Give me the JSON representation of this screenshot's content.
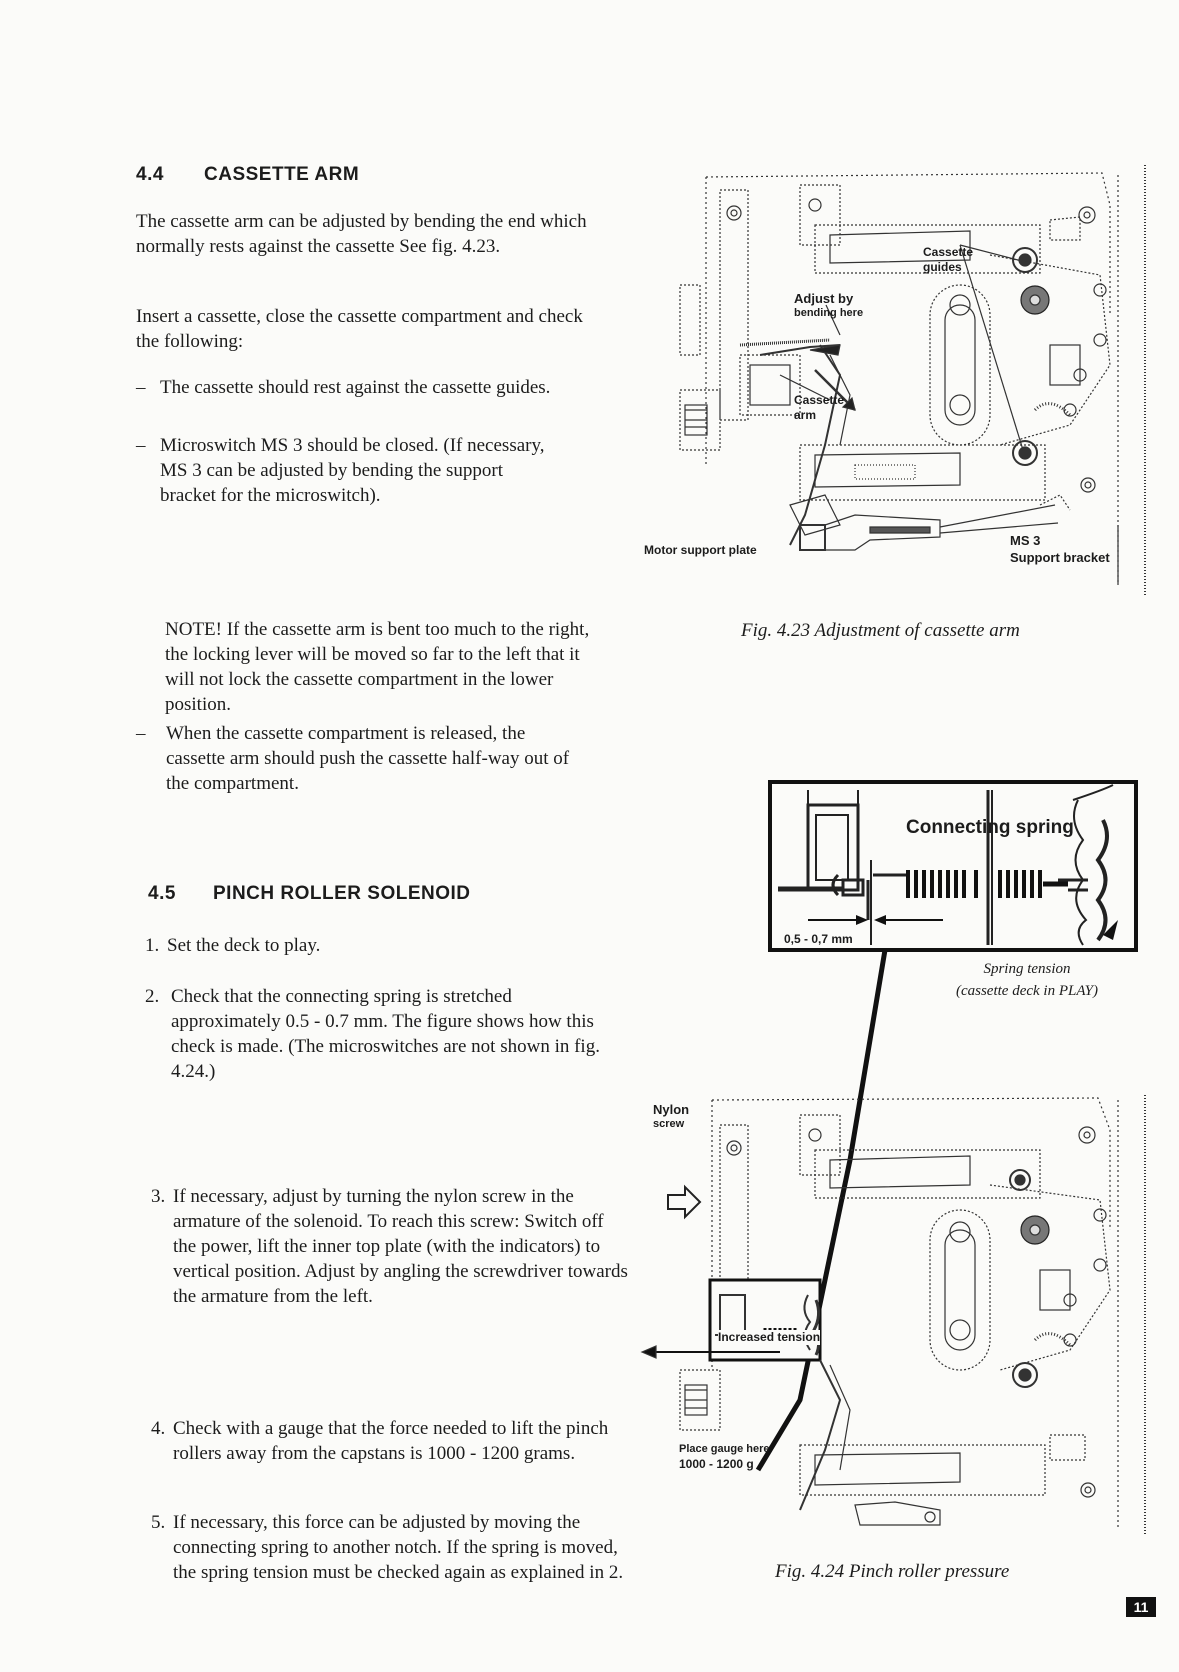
{
  "sections": [
    {
      "number": "4.4",
      "title": "CASSETTE ARM",
      "intro": "The cassette arm can be adjusted by bending the end which normally rests against the cassette See fig. 4.23.",
      "instruction": "Insert a cassette, close the cassette compartment and check the following:",
      "checks": [
        "The cassette should rest against the cassette guides.",
        "Microswitch MS 3 should be closed. (If necessary, MS 3 can be adjusted by bending the support bracket for the microswitch)."
      ],
      "note": "NOTE! If the cassette arm is bent too much to the right, the locking lever will be moved so far to the left that it will not lock the cassette compartment in the lower position.",
      "extra_check": "When the cassette compartment is released, the cassette arm should push the cassette half-way out of the compartment."
    },
    {
      "number": "4.5",
      "title": "PINCH ROLLER SOLENOID",
      "steps": [
        {
          "n": "1.",
          "text": "Set the deck to play."
        },
        {
          "n": "2.",
          "text": "Check that the connecting spring is stretched approximately 0.5 - 0.7 mm. The figure shows how this check is made. (The microswitches are not shown in fig. 4.24.)"
        },
        {
          "n": "3.",
          "text": "If necessary, adjust by turning the nylon screw in the armature of the solenoid. To reach this screw: Switch off the power, lift the inner top plate (with the indicators) to vertical position. Adjust by angling the screwdriver towards the armature from the left."
        },
        {
          "n": "4.",
          "text": "Check with a gauge that the force needed to lift the pinch rollers away from the capstans is 1000 - 1200 grams."
        },
        {
          "n": "5.",
          "text": "If necessary, this force can be adjusted by moving the connecting spring to another notch. If the spring is moved, the spring tension must be checked again as explained in 2."
        }
      ]
    }
  ],
  "bullet_mark": "–",
  "figures": {
    "fig423": {
      "caption": "Fig. 4.23 Adjustment of cassette arm",
      "labels": {
        "cassette_guides_1": "Cassette",
        "cassette_guides_2": "guides",
        "adjust_1": "Adjust by",
        "adjust_2": "bending here",
        "arm_1": "Cassette",
        "arm_2": "arm",
        "motor_plate": "Motor support plate",
        "ms3": "MS 3",
        "support_bracket": "Support bracket"
      }
    },
    "fig424": {
      "caption": "Fig. 4.24 Pinch roller pressure",
      "inset_title": "Connecting spring",
      "inset_measure": "0,5 - 0,7 mm",
      "inset_caption_1": "Spring tension",
      "inset_caption_2": "(cassette deck in PLAY)",
      "labels": {
        "nylon_1": "Nylon",
        "nylon_2": "screw",
        "increased": "Increased tension",
        "gauge_1": "Place gauge here",
        "gauge_2": "1000 - 1200 g"
      }
    }
  },
  "page_number": "11"
}
